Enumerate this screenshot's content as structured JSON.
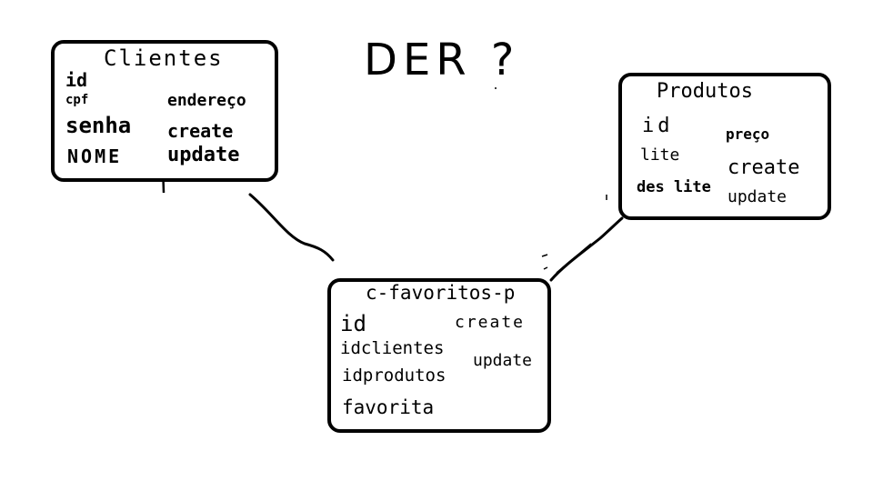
{
  "title": "DER ?",
  "entities": {
    "clientes": {
      "name": "Clientes",
      "left_fields": [
        "id",
        "cpf",
        "senha",
        "nome"
      ],
      "right_fields": [
        "endereço",
        "create",
        "update"
      ]
    },
    "produtos": {
      "name": "Produtos",
      "left_fields": [
        "id",
        "lite",
        "des lite"
      ],
      "right_fields": [
        "preço",
        "create",
        "update"
      ]
    },
    "favoritos": {
      "name": "c-favoritos-p",
      "left_fields": [
        "id",
        "idclientes",
        "idprodutos",
        "favorita"
      ],
      "right_fields": [
        "create",
        "update"
      ]
    }
  },
  "colors": {
    "ink": "#000000",
    "background": "#ffffff"
  }
}
